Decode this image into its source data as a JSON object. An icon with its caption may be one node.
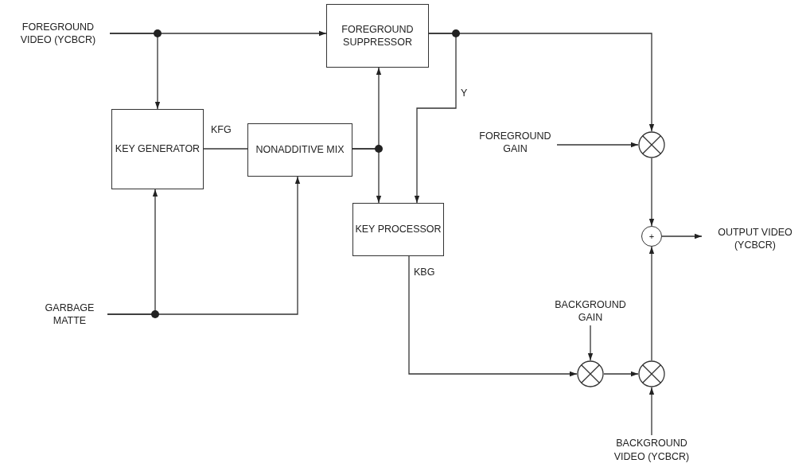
{
  "diagram": {
    "nodes": [
      {
        "text": [
          "FOREGROUND VIDEO (YCBCR)"
        ]
      },
      {
        "text": [
          "FOREGROUND SUPPRESSOR"
        ]
      },
      {
        "text": [
          "KEY GENERATOR"
        ]
      },
      {
        "text": [
          "NONADDITIVE MIX"
        ]
      },
      {
        "text": [
          "KEY PROCESSOR"
        ]
      },
      {
        "text": [
          "FOREGROUND GAIN"
        ]
      },
      {
        "text": [],
        "shape": "circle"
      },
      {
        "text": [
          "+"
        ]
      },
      {
        "text": [
          "OUTPUT VIDEO (YCBCR)"
        ]
      },
      {
        "text": [
          "GARBAGE MATTE"
        ]
      },
      {
        "text": [
          "BACKGROUND GAIN"
        ]
      },
      {
        "text": [],
        "shape": "circle"
      },
      {
        "text": [],
        "shape": "circle"
      },
      {
        "text": [
          "BACKGROUND VIDEO (YCBCR)"
        ]
      }
    ],
    "edges": [
      {
        "from": 0,
        "to": 1,
        "arrow": "to"
      },
      {
        "from": 0,
        "to": 2,
        "arrow": "to"
      },
      {
        "from": 1,
        "to": 6,
        "arrow": "to"
      },
      {
        "from": 1,
        "to": 4,
        "arrow": "to",
        "label": "Y"
      },
      {
        "from": 2,
        "to": 3,
        "arrow": "none",
        "label": "KFG"
      },
      {
        "from": 3,
        "to": 1,
        "arrow": "to"
      },
      {
        "from": 3,
        "to": 4,
        "arrow": "to"
      },
      {
        "from": 9,
        "to": 2,
        "arrow": "to"
      },
      {
        "from": 9,
        "to": 3,
        "arrow": "to"
      },
      {
        "from": 5,
        "to": 6,
        "arrow": "to"
      },
      {
        "from": 6,
        "to": 7,
        "arrow": "to"
      },
      {
        "from": 7,
        "to": 8,
        "arrow": "to"
      },
      {
        "from": 4,
        "to": 11,
        "arrow": "to",
        "label": "KBG"
      },
      {
        "from": 10,
        "to": 11,
        "arrow": "to"
      },
      {
        "from": 11,
        "to": 12,
        "arrow": "to"
      },
      {
        "from": 13,
        "to": 12,
        "arrow": "to"
      },
      {
        "from": 12,
        "to": 7,
        "arrow": "to"
      }
    ]
  }
}
